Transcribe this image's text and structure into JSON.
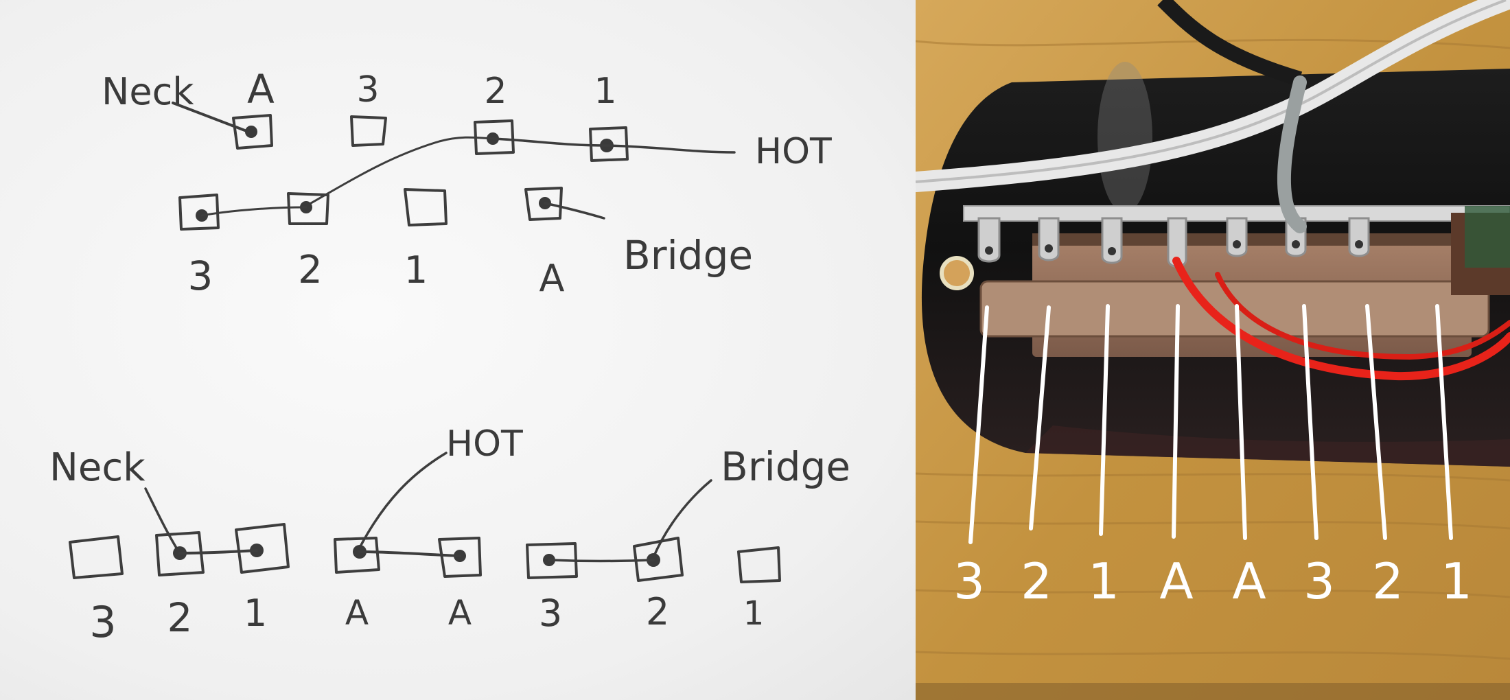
{
  "sketch": {
    "top": {
      "neck_label": "Neck",
      "hot_label": "HOT",
      "bridge_label": "Bridge",
      "upper_row": [
        "A",
        "3",
        "2",
        "1"
      ],
      "lower_row": [
        "3",
        "2",
        "1",
        "A"
      ]
    },
    "bottom": {
      "neck_label": "Neck",
      "hot_label": "HOT",
      "bridge_label": "Bridge",
      "row": [
        "3",
        "2",
        "1",
        "A",
        "A",
        "3",
        "2",
        "1"
      ]
    }
  },
  "photo": {
    "labels": [
      "3",
      "2",
      "1",
      "A",
      "A",
      "3",
      "2",
      "1"
    ]
  },
  "colors": {
    "ink": "#3d3d3d",
    "wood": "#c99b45",
    "wire_red": "#e8231a",
    "label_white": "#ffffff"
  }
}
